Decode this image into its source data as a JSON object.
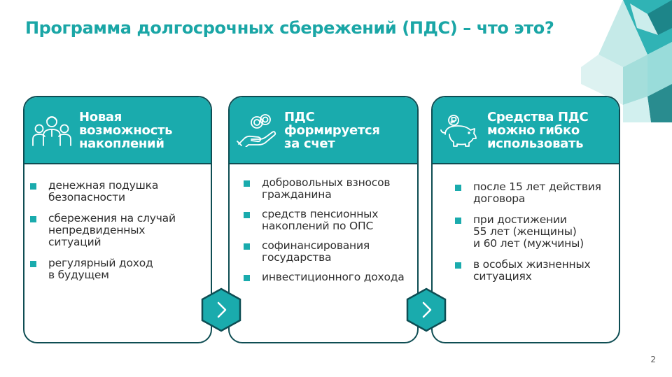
{
  "slide": {
    "title": "Программа долгосрочных сбережений (ПДС) – что это?",
    "page_number": "2"
  },
  "colors": {
    "accent": "#1aabad",
    "dark": "#0e4d53"
  },
  "cards": [
    {
      "icon": "people-icon",
      "title_lines": [
        "Новая",
        "возможность",
        "накоплений"
      ],
      "items": [
        [
          "денежная подушка",
          "безопасности"
        ],
        [
          "сбережения на случай",
          "непредвиденных",
          "ситуаций"
        ],
        [
          "регулярный доход",
          "в будущем"
        ]
      ]
    },
    {
      "icon": "coins-in-hand-icon",
      "title_lines": [
        "ПДС",
        "формируется",
        "за счет"
      ],
      "items": [
        [
          "добровольных взносов",
          "гражданина"
        ],
        [
          "средств пенсионных",
          "накоплений по ОПС"
        ],
        [
          "софинансирования",
          "государства"
        ],
        [
          "инвестиционного дохода"
        ]
      ]
    },
    {
      "icon": "piggy-bank-icon",
      "title_lines": [
        "Средства ПДС",
        "можно гибко",
        "использовать"
      ],
      "items": [
        [
          "после 15 лет действия",
          "договора"
        ],
        [
          "при достижении",
          "55 лет (женщины)",
          "и 60 лет (мужчины)"
        ],
        [
          "в особых жизненных",
          "ситуациях"
        ]
      ]
    }
  ],
  "arrows": [
    {
      "icon": "chevron-right-icon"
    },
    {
      "icon": "chevron-right-icon"
    }
  ]
}
